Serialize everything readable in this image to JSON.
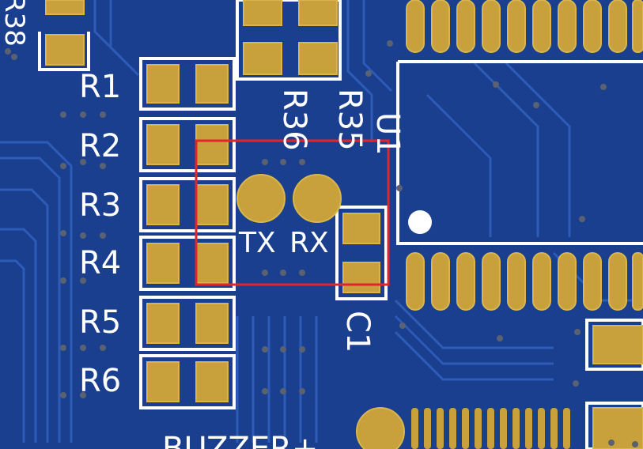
{
  "colors": {
    "board": "#1b3f8f",
    "copper_pour": "#1f4a9c",
    "trace": "#2a5bb5",
    "pad": "#c8a13c",
    "pad_edge": "#d8b64d",
    "silkscreen": "#ffffff",
    "selection": "#e0262b",
    "via": "#555d6a"
  },
  "labels": {
    "r1": "R1",
    "r2": "R2",
    "r3": "R3",
    "r4": "R4",
    "r5": "R5",
    "r6": "R6",
    "r35": "R35",
    "r36": "R36",
    "r38": "R38",
    "u1": "U1",
    "c1": "C1",
    "tx": "TX",
    "rx": "RX",
    "buzzer": "BUZZER+"
  },
  "icons": {
    "pin1_marker": "pin1-dot-icon"
  }
}
